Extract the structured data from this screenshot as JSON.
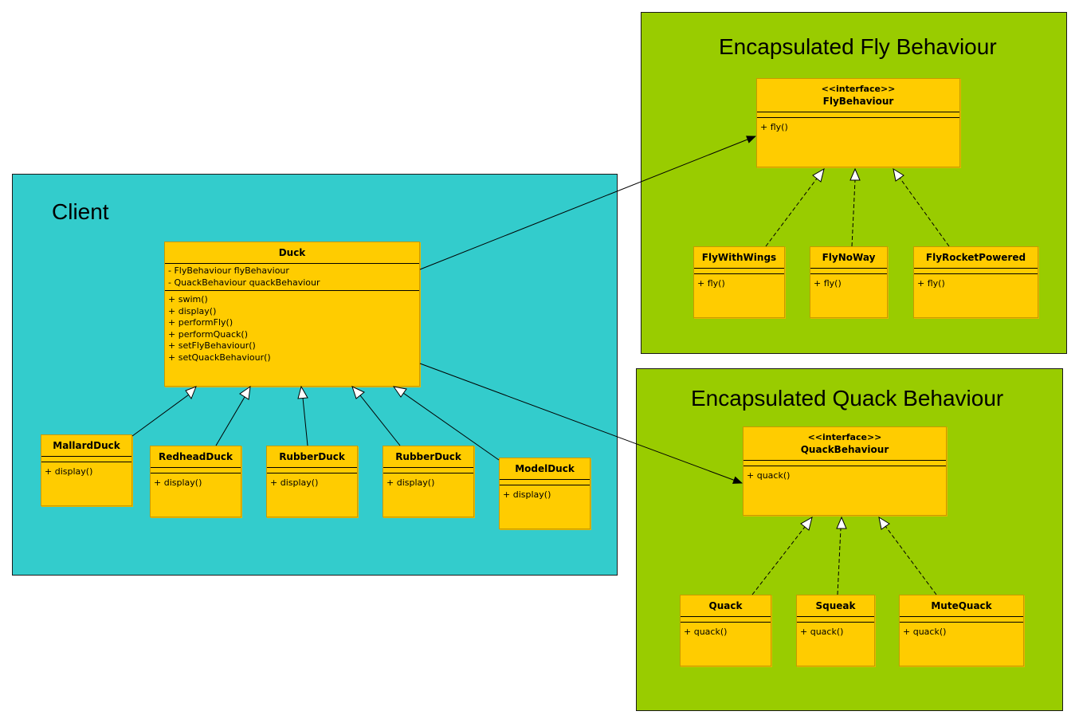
{
  "regions": {
    "client": {
      "title": "Client",
      "bg": "#33cccc"
    },
    "fly": {
      "title": "Encapsulated Fly Behaviour",
      "bg": "#99cc00"
    },
    "quack": {
      "title": "Encapsulated Quack Behaviour",
      "bg": "#99cc00"
    }
  },
  "classes": {
    "duck": {
      "name": "Duck",
      "attributes": [
        "- FlyBehaviour flyBehaviour",
        "- QuackBehaviour quackBehaviour"
      ],
      "operations": [
        "+ swim()",
        "+ display()",
        "+ performFly()",
        "+ performQuack()",
        "+ setFlyBehaviour()",
        "+ setQuackBehaviour()"
      ]
    },
    "mallard": {
      "name": "MallardDuck",
      "operations": [
        "+ display()"
      ]
    },
    "redhead": {
      "name": "RedheadDuck",
      "operations": [
        "+ display()"
      ]
    },
    "rubber1": {
      "name": "RubberDuck",
      "operations": [
        "+ display()"
      ]
    },
    "rubber2": {
      "name": "RubberDuck",
      "operations": [
        "+ display()"
      ]
    },
    "model": {
      "name": "ModelDuck",
      "operations": [
        "+ display()"
      ]
    },
    "flyBehaviour": {
      "stereotype": "<<interface>>",
      "name": "FlyBehaviour",
      "operations": [
        "+ fly()"
      ]
    },
    "flyWithWings": {
      "name": "FlyWithWings",
      "operations": [
        "+ fly()"
      ]
    },
    "flyNoWay": {
      "name": "FlyNoWay",
      "operations": [
        "+ fly()"
      ]
    },
    "flyRocket": {
      "name": "FlyRocketPowered",
      "operations": [
        "+ fly()"
      ]
    },
    "quackBehaviour": {
      "stereotype": "<<interface>>",
      "name": "QuackBehaviour",
      "operations": [
        "+ quack()"
      ]
    },
    "quack": {
      "name": "Quack",
      "operations": [
        "+ quack()"
      ]
    },
    "squeak": {
      "name": "Squeak",
      "operations": [
        "+ quack()"
      ]
    },
    "muteQuack": {
      "name": "MuteQuack",
      "operations": [
        "+ quack()"
      ]
    }
  },
  "colors": {
    "client_bg": "#33cccc",
    "behaviour_bg": "#99cc00",
    "class_fill": "#ffcc00",
    "line": "#000000"
  }
}
